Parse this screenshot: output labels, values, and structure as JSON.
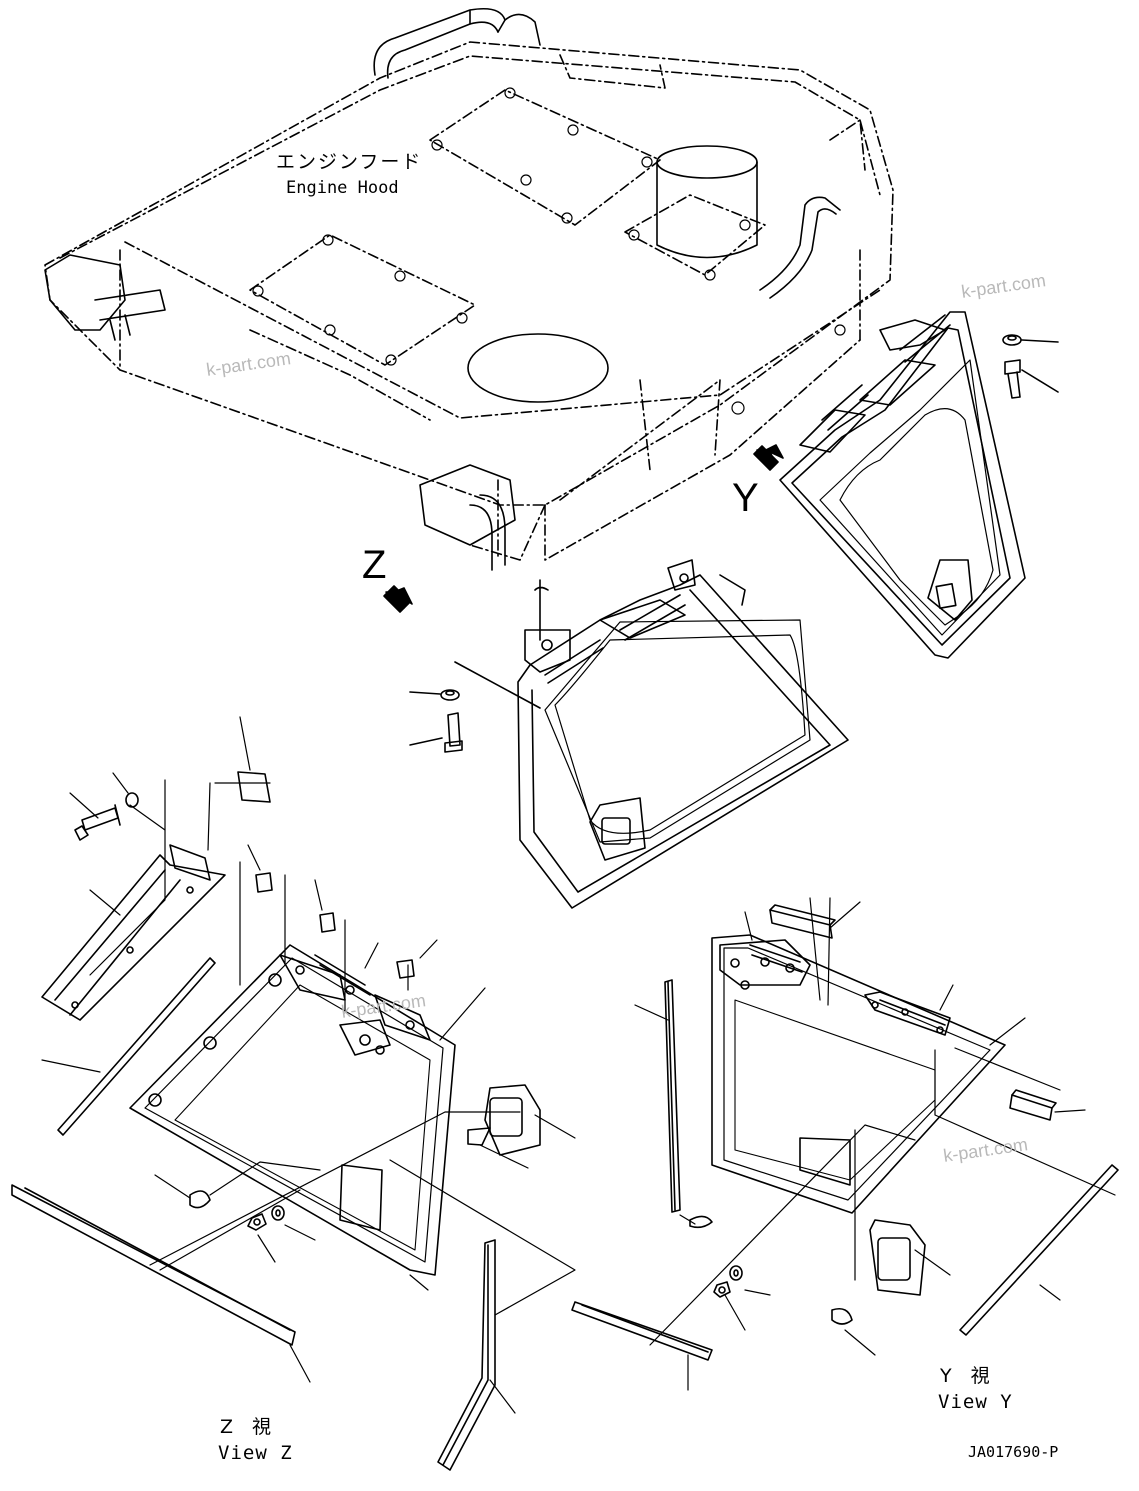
{
  "labels": {
    "engine_hood_jp": "エンジンフード",
    "engine_hood_en": "Engine Hood",
    "arrow_y": "Y",
    "arrow_z": "Z",
    "view_y_jp": "Y　視",
    "view_y_en": "View Y",
    "view_z_jp": "Z　視",
    "view_z_en": "View Z",
    "drawing_no": "JA017690-P"
  },
  "watermark": "k-part.com"
}
